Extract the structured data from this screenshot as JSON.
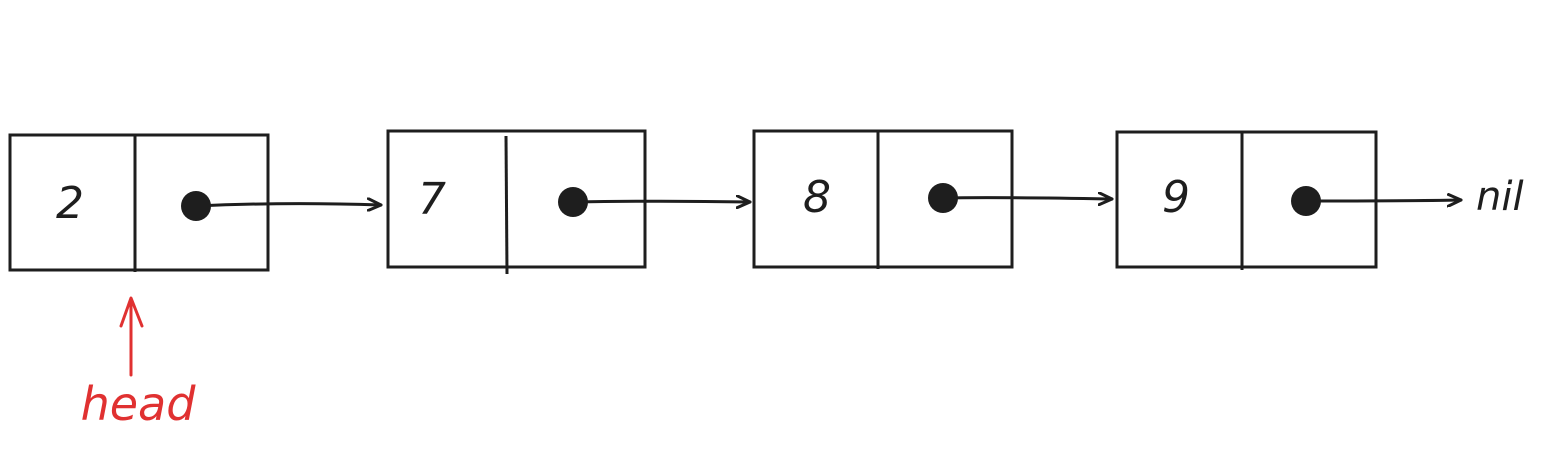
{
  "nodes": [
    {
      "value": "2"
    },
    {
      "value": "7"
    },
    {
      "value": "8"
    },
    {
      "value": "9"
    }
  ],
  "terminator": "nil",
  "head_label": "head",
  "colors": {
    "ink": "#1e1e1e",
    "head": "#e03131",
    "background": "#ffffff"
  }
}
